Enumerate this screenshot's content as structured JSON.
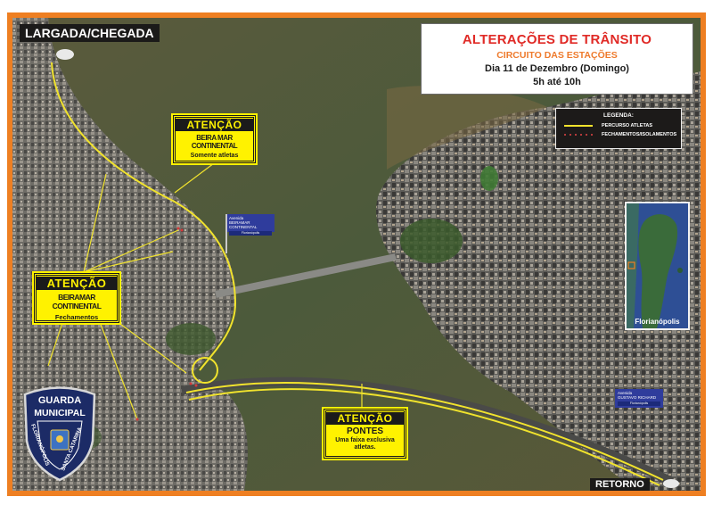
{
  "map": {
    "start_finish_label": "LARGADA/CHEGADA",
    "return_label": "RETORNO",
    "title_box": {
      "title": "ALTERAÇÕES DE TRÂNSITO",
      "subtitle": "CIRCUITO DAS ESTAÇÕES",
      "date": "Dia 11 de Dezembro (Domingo)",
      "time": "5h até 10h"
    },
    "legend": {
      "title": "LEGENDA:",
      "items": [
        {
          "label": "PERCURSO ATLETAS",
          "style": "solid-line",
          "color": "#f1e32d"
        },
        {
          "label": "FECHAMENTOS/ISOLAMENTOS",
          "style": "dotted-line",
          "color": "#b43a3a"
        }
      ]
    },
    "signs": [
      {
        "header": "ATENÇÃO",
        "line1": "BEIRA MAR CONTINENTAL",
        "line2": "Somente atletas"
      },
      {
        "header": "ATENÇÃO",
        "line1": "BEIRAMAR CONTINENTAL",
        "line2": "Fechamentos"
      },
      {
        "header": "ATENÇÃO",
        "line1": "PONTES",
        "line2": "Uma faixa exclusiva",
        "line3": "atletas."
      }
    ],
    "street_signs": [
      {
        "prefix": "Avenida",
        "name": "BEIRAMAR CONTINENTAL",
        "city": "Florianópolis"
      },
      {
        "prefix": "Avenida",
        "name": "GUSTAVO RICHARD",
        "city": "Florianópolis"
      }
    ],
    "inset_map": {
      "caption": "Florianópolis"
    },
    "logo": {
      "top_text": "GUARDA",
      "mid_text": "MUNICIPAL",
      "left_text": "FLORIANÓPOLIS",
      "right_text": "SANTA CATARINA"
    },
    "colors": {
      "frame": "#ee7f22",
      "route": "#f1e32d",
      "sign_yellow": "#fff200",
      "title_red": "#e02a26",
      "subtitle_orange": "#ee7a2c"
    }
  }
}
